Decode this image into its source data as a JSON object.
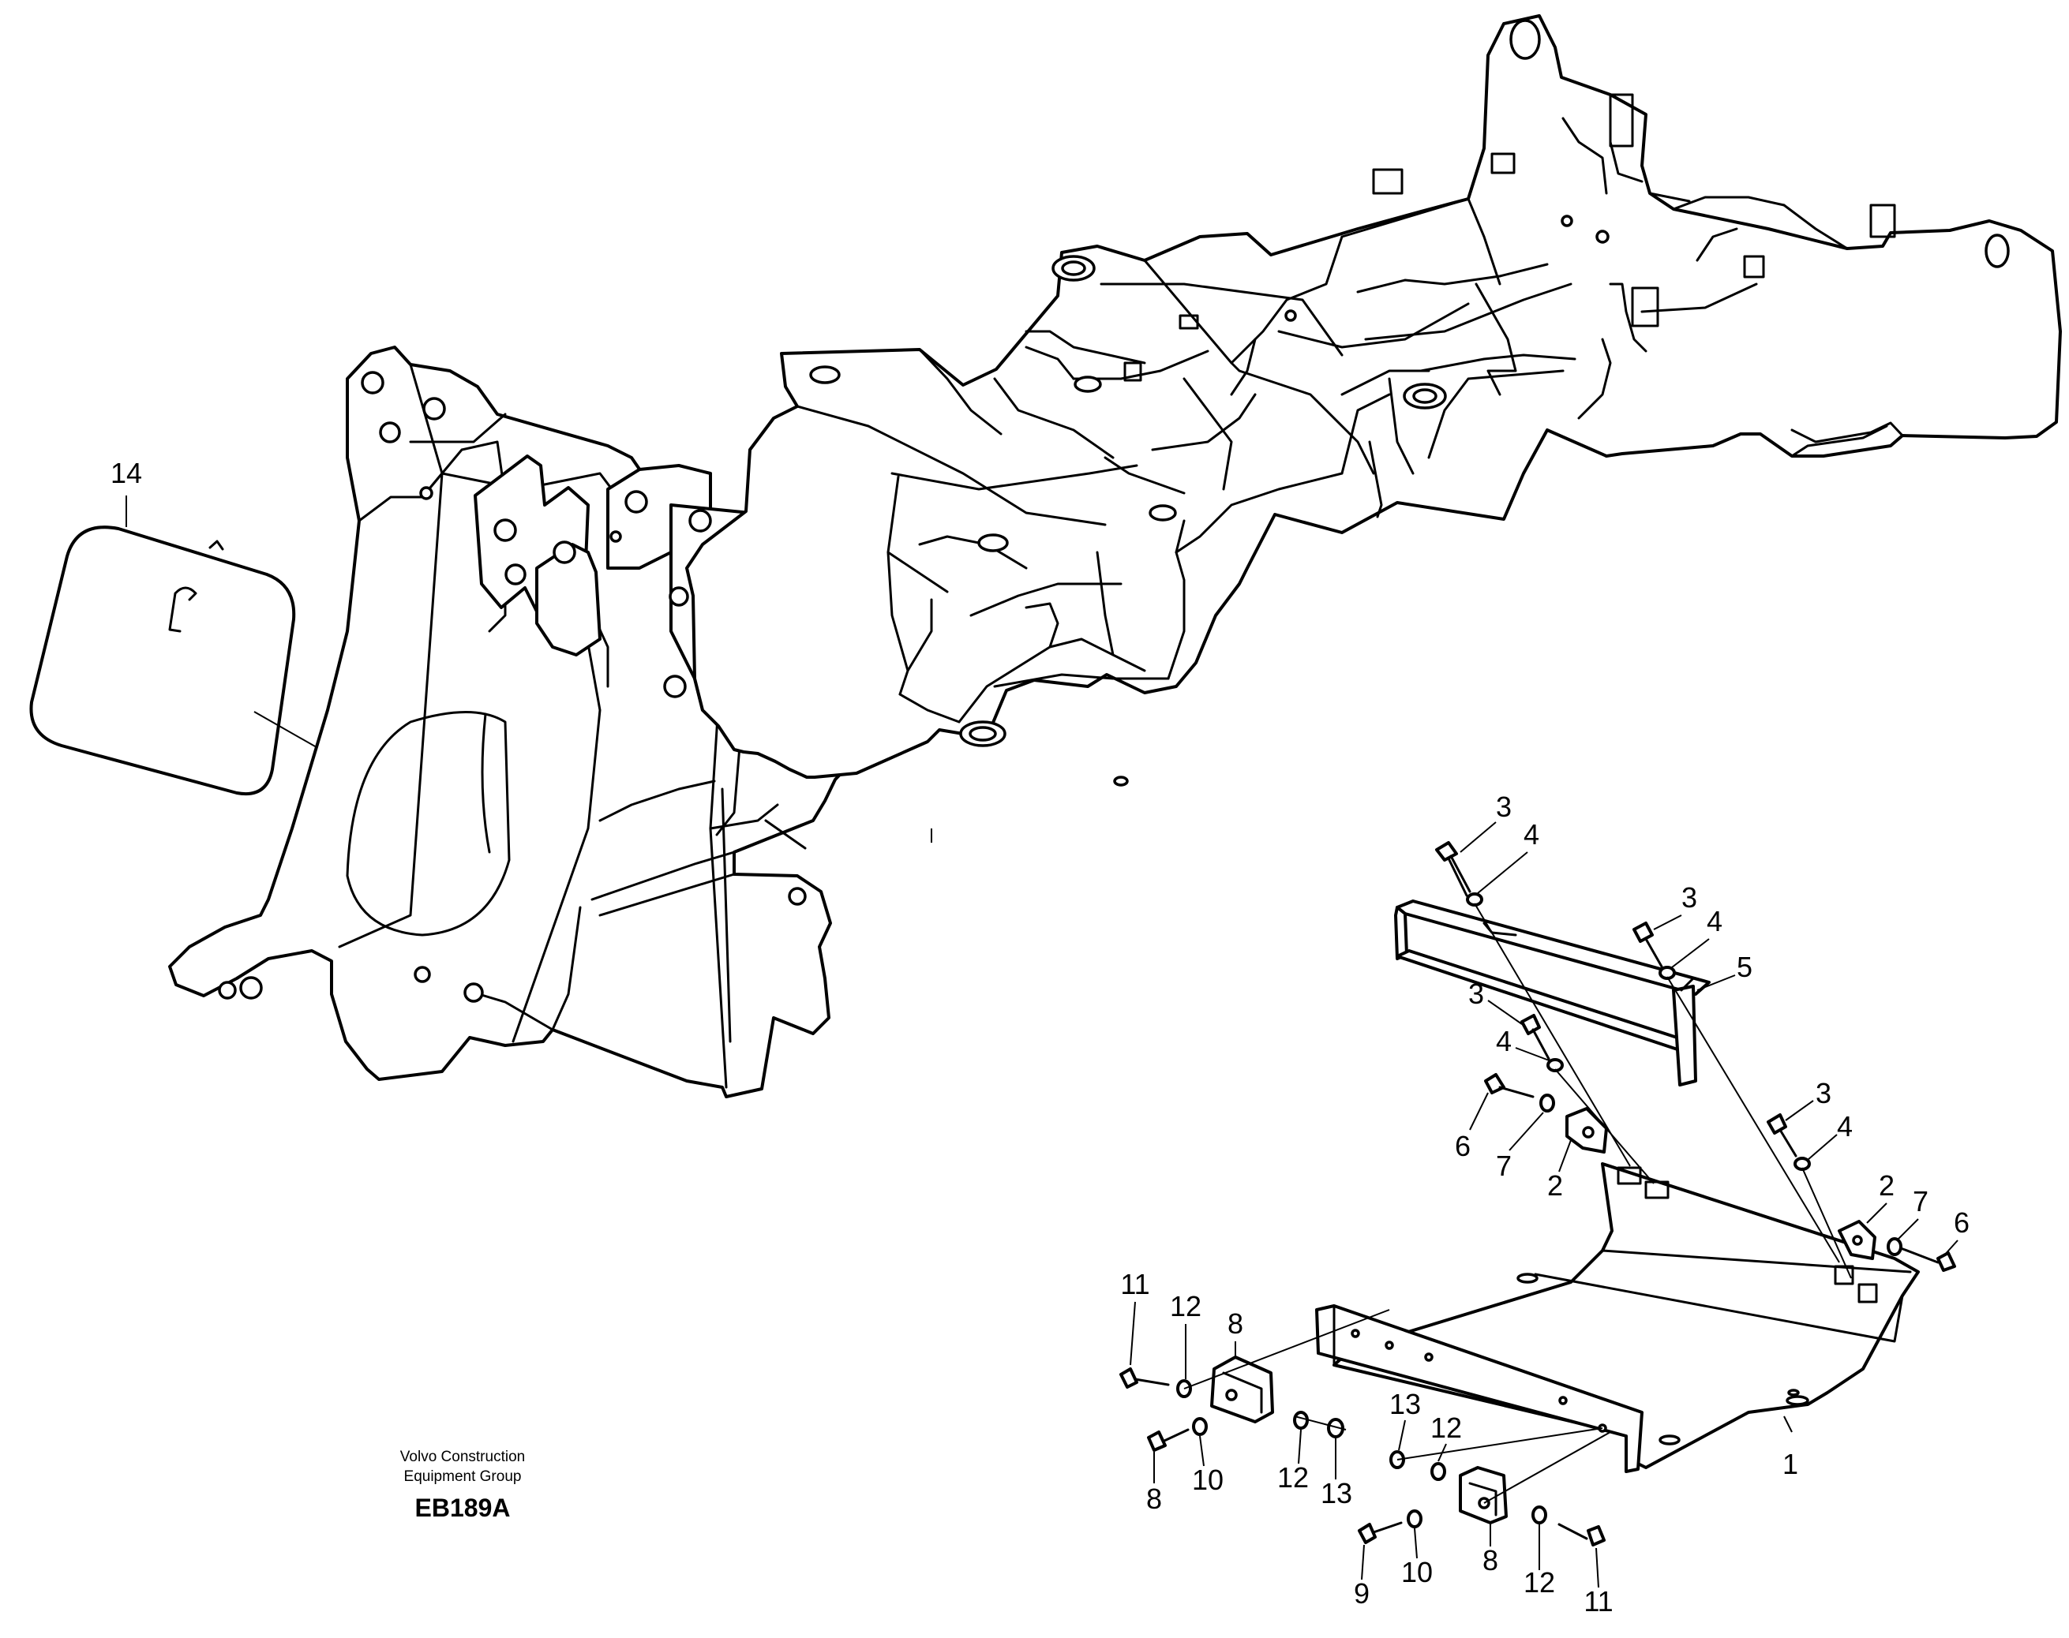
{
  "callouts": {
    "c1": "1",
    "c2a": "2",
    "c2b": "2",
    "c3a": "3",
    "c3b": "3",
    "c3c": "3",
    "c3d": "3",
    "c4a": "4",
    "c4b": "4",
    "c4c": "4",
    "c4d": "4",
    "c5": "5",
    "c6a": "6",
    "c6b": "6",
    "c7a": "7",
    "c7b": "7",
    "c8a": "8",
    "c8b": "8",
    "c8c": "8",
    "c9": "9",
    "c10a": "10",
    "c10b": "10",
    "c11a": "11",
    "c11b": "11",
    "c12a": "12",
    "c12b": "12",
    "c12c": "12",
    "c12d": "12",
    "c13a": "13",
    "c13b": "13",
    "c14": "14"
  },
  "credit": {
    "line1": "Volvo Construction",
    "line2": "Equipment Group"
  },
  "drawing_code": "EB189A"
}
